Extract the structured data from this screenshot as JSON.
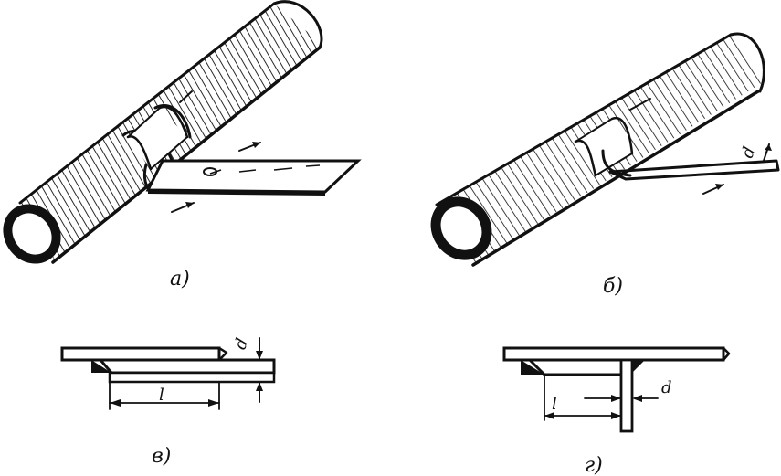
{
  "figure": {
    "panels": [
      {
        "id": "a",
        "caption": "а)"
      },
      {
        "id": "b",
        "caption": "б)"
      },
      {
        "id": "v",
        "caption": "в)"
      },
      {
        "id": "g",
        "caption": "г)"
      }
    ],
    "dimensions": {
      "thickness": "d",
      "length": "l"
    }
  }
}
